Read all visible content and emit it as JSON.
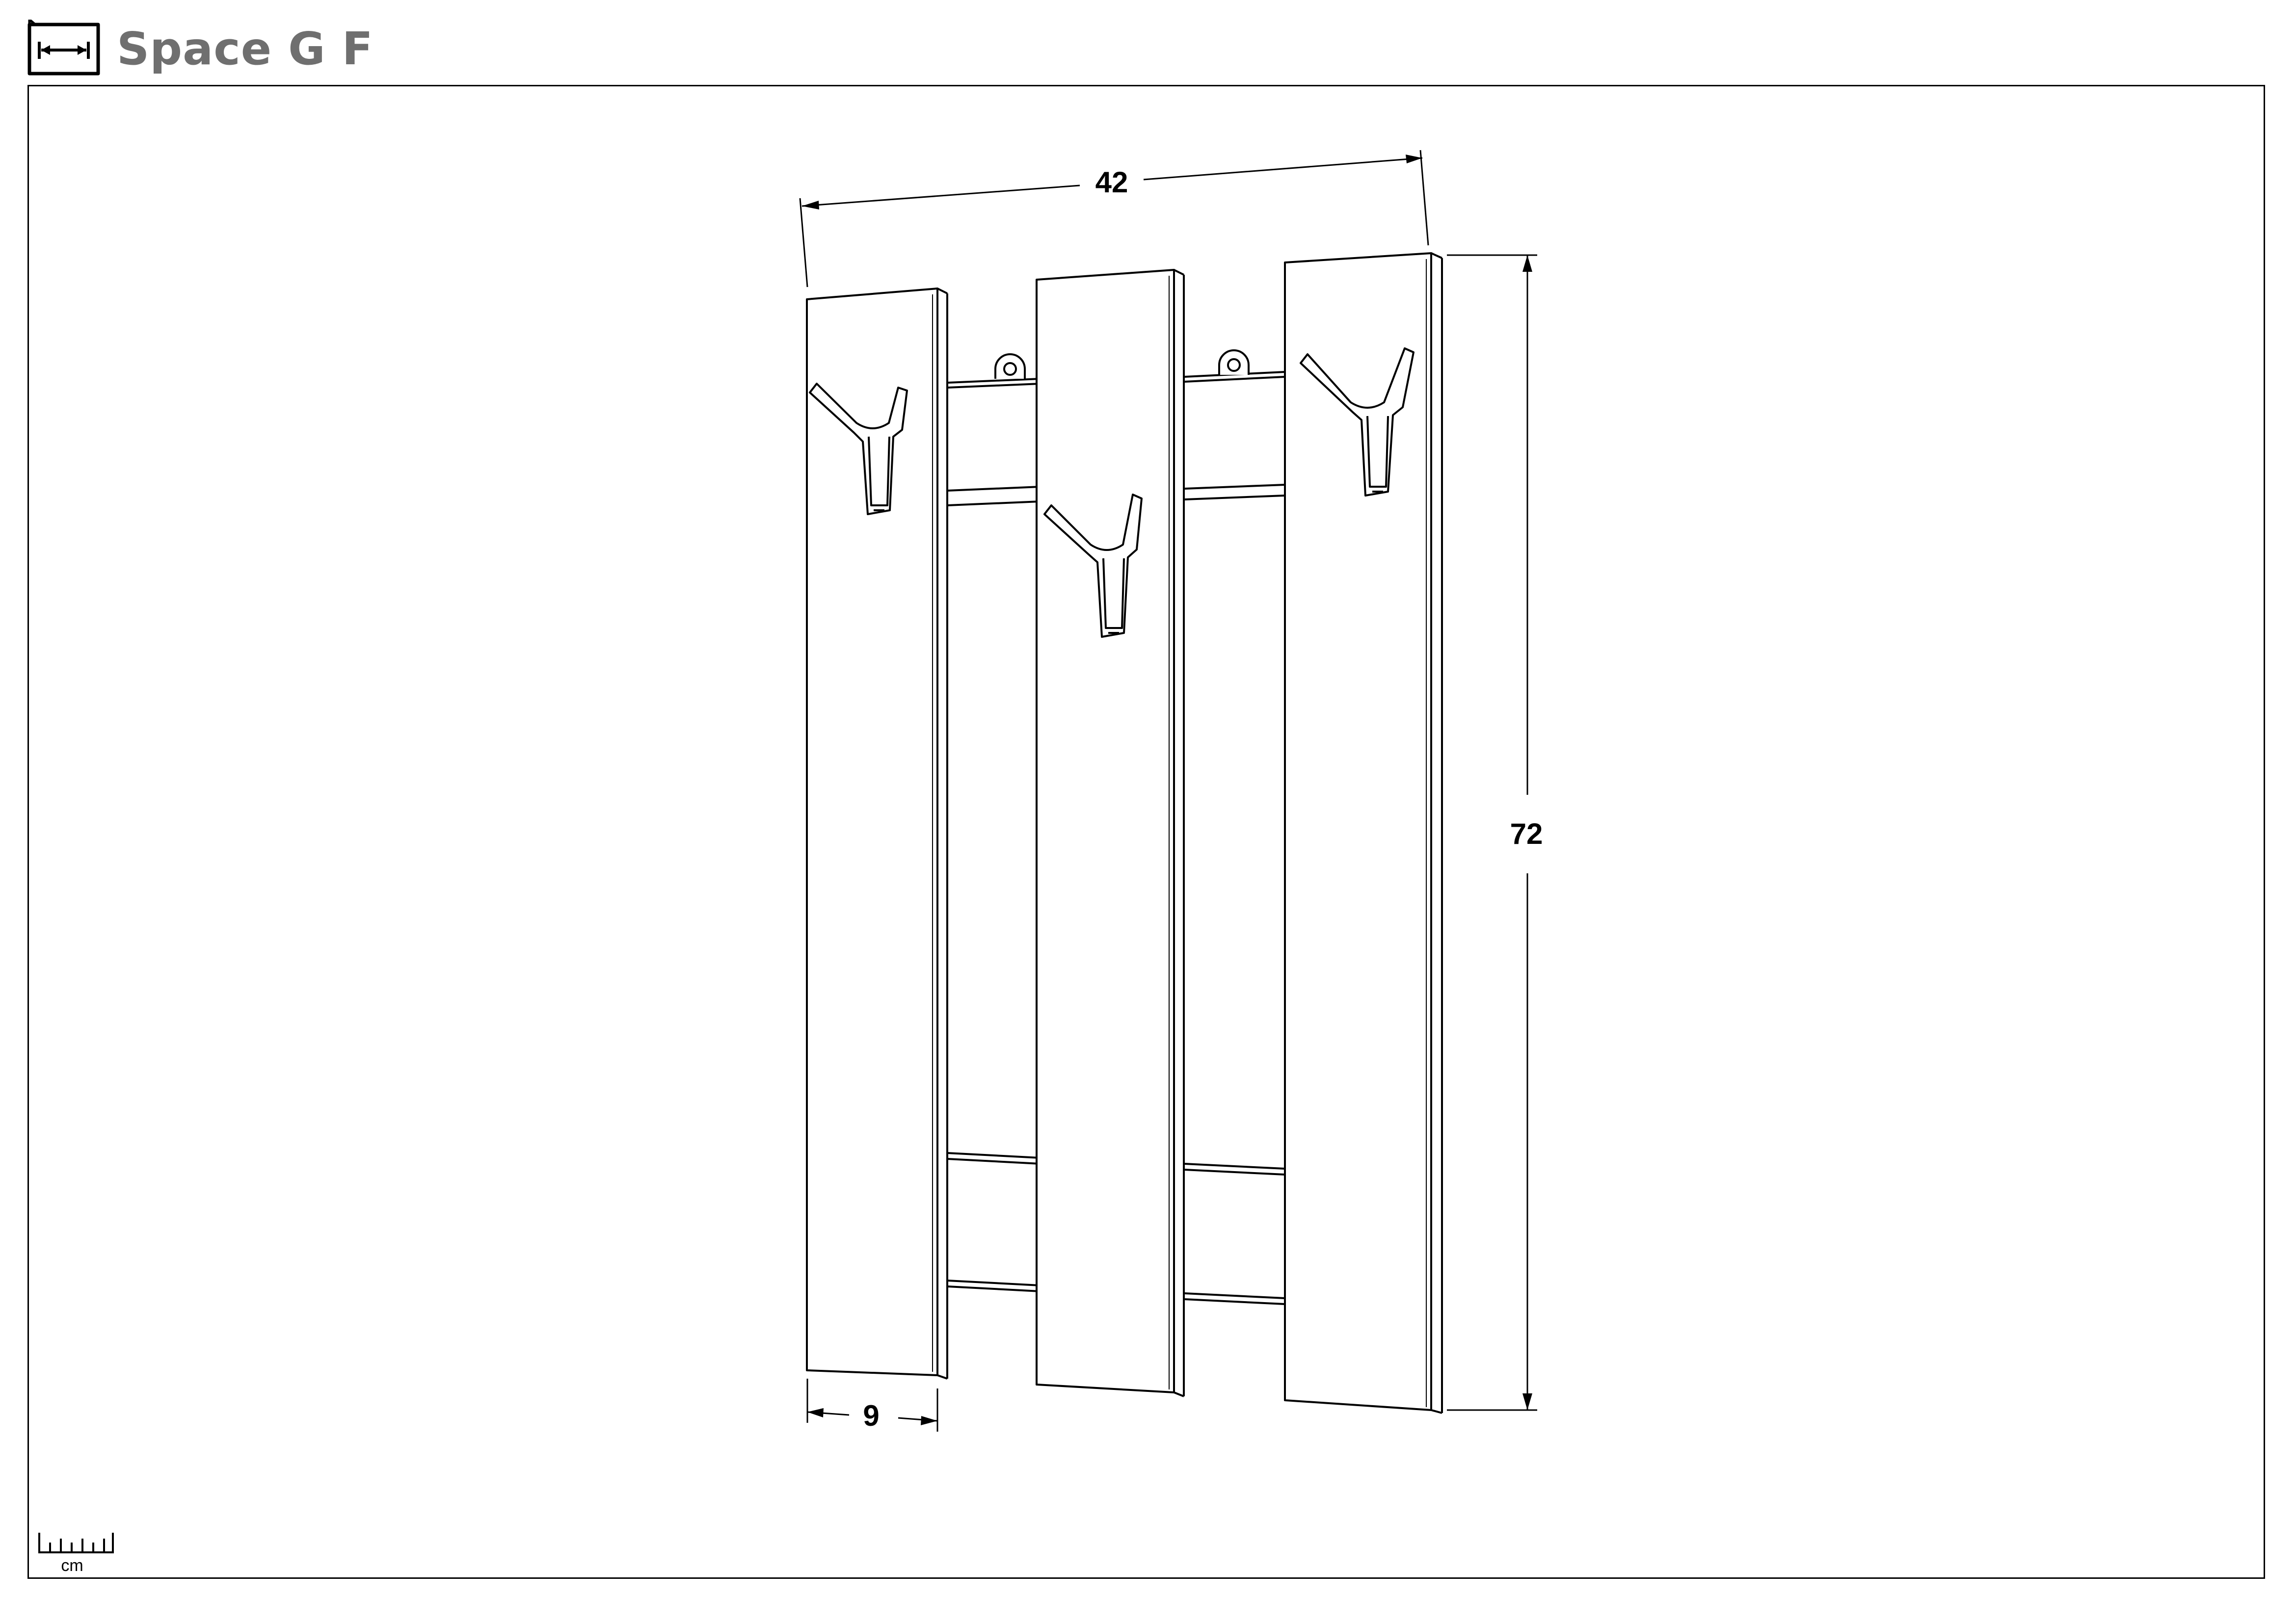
{
  "header": {
    "title": "Space G F",
    "icon": "dimensions-icon"
  },
  "dimensions": {
    "width": "42",
    "height": "72",
    "panel_width": "9"
  },
  "scale_legend": {
    "icon": "ruler-icon",
    "unit": "cm"
  }
}
